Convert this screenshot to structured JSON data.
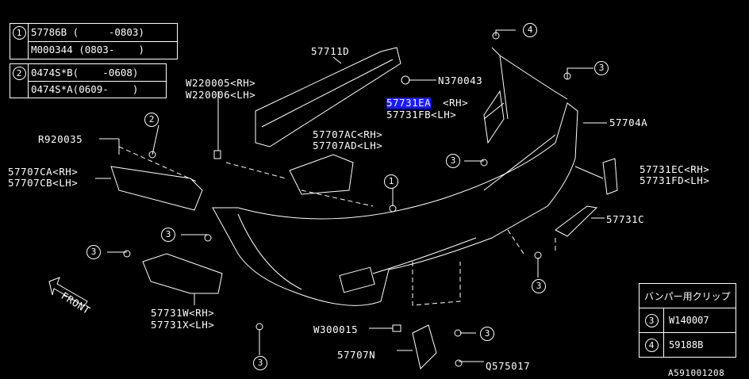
{
  "ref_boxes": [
    {
      "callout": "1",
      "rows": [
        "57786B (     -0803)",
        "M000344 (0803-    )"
      ]
    },
    {
      "callout": "2",
      "rows": [
        "0474S*B(    -0608)",
        "0474S*A(0609-    )"
      ]
    }
  ],
  "labels": [
    "57711D",
    "N370043",
    "57731EA",
    "<RH>",
    "57731FB<LH>",
    "W220005<RH>",
    "W220006<LH>",
    "57704A",
    "R920035",
    "57707AC<RH>",
    "57707AD<LH>",
    "57707CA<RH>",
    "57707CB<LH>",
    "57731EC<RH>",
    "57731FD<LH>",
    "57731C",
    "57731W<RH>",
    "57731X<LH>",
    "W300015",
    "57707N",
    "Q575017",
    "FRONT"
  ],
  "selected_label": "57731EA",
  "callouts": [
    "4",
    "3",
    "2",
    "3",
    "1",
    "3",
    "3",
    "3",
    "3",
    "3"
  ],
  "legend_table": {
    "title": "バンパー用クリップ",
    "rows": [
      {
        "callout": "3",
        "part": "W140007"
      },
      {
        "callout": "4",
        "part": "59188B"
      }
    ]
  },
  "diagram_id": "A591001208",
  "colors": {
    "background": "#000000",
    "line": "#ffffff",
    "selection": "#1a1aff"
  }
}
